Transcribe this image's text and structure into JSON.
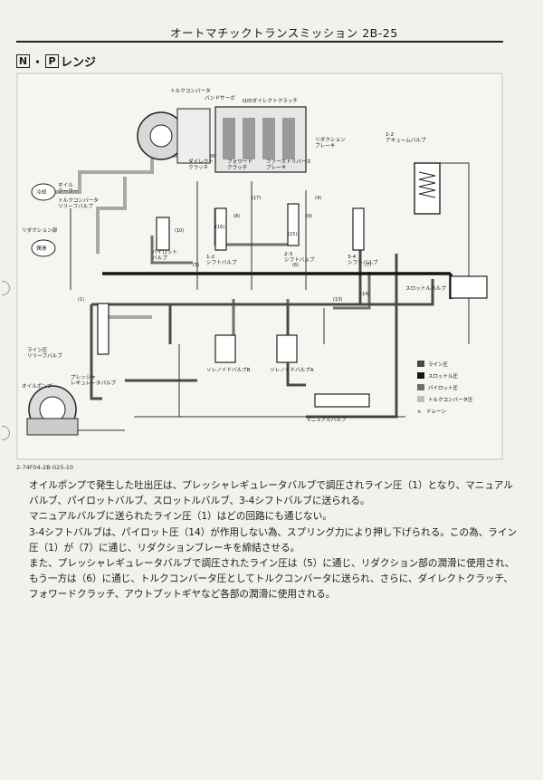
{
  "header": {
    "title": "オートマチックトランスミッション 2B-25"
  },
  "section": {
    "mark_n": "N",
    "dot": "・",
    "mark_p": "P",
    "suffix": "レンジ"
  },
  "diagram": {
    "labels": {
      "torque_converter": "トルクコンバータ",
      "band_servo": "バンドサーボ",
      "overdrive_direct_clutch": "O/Dダイレクトクラッチ",
      "reduction_brake": "リダクション\nブレーキ",
      "direct_clutch": "ダイレクト\nクラッチ",
      "forward_clutch": "フォワード\nクラッチ",
      "first_reverse_brake": "ファーストリバース\nブレーキ",
      "accumulator": "1-2\nアキュームバルブ",
      "cooler": "冷却",
      "oil_cooler": "オイル\nクーラー",
      "tc_relief_valve": "トルクコンバータ\nリリーフバルブ",
      "reduction_part": "リダクション部",
      "lubrication": "潤滑",
      "pilot_valve": "パイロット\nバルブ",
      "shift_12": "1-2\nシフトバルブ",
      "shift_34": "3-4\nシフトバルブ",
      "shift_23": "2-3\nシフトバルブ",
      "throttle_valve": "スロットルバルブ",
      "line_relief": "ライン圧\nリリーフバルブ",
      "pressure_regulator": "プレッシャ\nレギュレータバルブ",
      "oil_pump": "オイルポンプ",
      "solenoid_b": "ソレノイドバルブB",
      "solenoid_a": "ソレノイドバルブA",
      "manual_valve": "マニュアルバルブ"
    },
    "legend": [
      {
        "label": "ライン圧",
        "color": "#4a4a4a"
      },
      {
        "label": "スロットル圧",
        "color": "#151515"
      },
      {
        "label": "パイロット圧",
        "color": "#6e6e6e"
      },
      {
        "label": "トルクコンバータ圧",
        "color": "#bdbdbd"
      }
    ],
    "drain_label": "×　ドレーン",
    "port_numbers": [
      "(1)",
      "(5)",
      "(6)",
      "(7)",
      "(14)",
      "(13)",
      "(17)",
      "(4)",
      "(8)",
      "(9)",
      "(15)",
      "(16)",
      "(10)"
    ]
  },
  "figure_id": "2-74F04-2B-025-10",
  "body": {
    "p1a": "オイルポンプで発生した吐出圧は、プレッシャレギュレータバルブで調圧されライン圧（1）となり、マニュアル",
    "p1b": "バルブ、パイロットバルブ、スロットルバルブ、3-4シフトバルブに送られる。",
    "p2": "マニュアルバルブに送られたライン圧（1）はどの回路にも通じない。",
    "p3a": "3-4シフトバルブは、パイロット圧（14）が作用しない為、スプリング力により押し下げられる。この為、ライン",
    "p3b": "圧（1）が（7）に通じ、リダクションブレーキを締結させる。",
    "p4a": "また、プレッシャレギュレータバルブで調圧されたライン圧は（5）に通じ、リダクション部の潤滑に使用され、",
    "p4b": "もう一方は（6）に通じ、トルクコンバータ圧としてトルクコンバータに送られ、さらに、ダイレクトクラッチ、",
    "p4c": "フォワードクラッチ、アウトプットギヤなど各部の潤滑に使用される。"
  }
}
